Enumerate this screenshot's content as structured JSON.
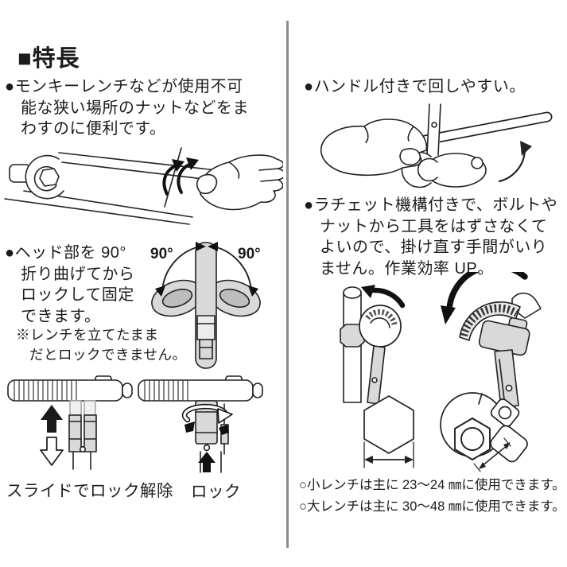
{
  "title": "■特長",
  "left": {
    "feature_narrow": {
      "lines": [
        "●モンキーレンチなどが使用不可",
        "能な狭い場所のナットなどをま",
        "わすのに便利です。"
      ]
    },
    "feature_head90": {
      "lines": [
        "●ヘッド部を 90°",
        "折り曲げてから",
        "ロックして固定",
        "できます。"
      ],
      "note_lines": [
        "※レンチを立てたまま",
        "だとロックできません。"
      ]
    },
    "angle_left": "90°",
    "angle_right": "90°",
    "caption_slide_unlock": "スライドでロック解除",
    "caption_lock": "ロック"
  },
  "right": {
    "feature_handle": "●ハンドル付きで回しやすい。",
    "feature_ratchet": {
      "lines": [
        "●ラチェット機構付きで、ボルトや",
        "ナットから工具をはずさなくて",
        "よいので、掛け直す手間がいり",
        "ません。作業効率 UP。"
      ]
    },
    "usage_notes": [
      "○小レンチは主に 23〜24 ㎜に使用できます。",
      "○大レンチは主に 30〜48 ㎜に使用できます。"
    ]
  },
  "colors": {
    "ink": "#1c1c1c",
    "fill_gray": "#d9d9d9",
    "divider": "#8f8f8f",
    "arrow_black": "#111111"
  }
}
